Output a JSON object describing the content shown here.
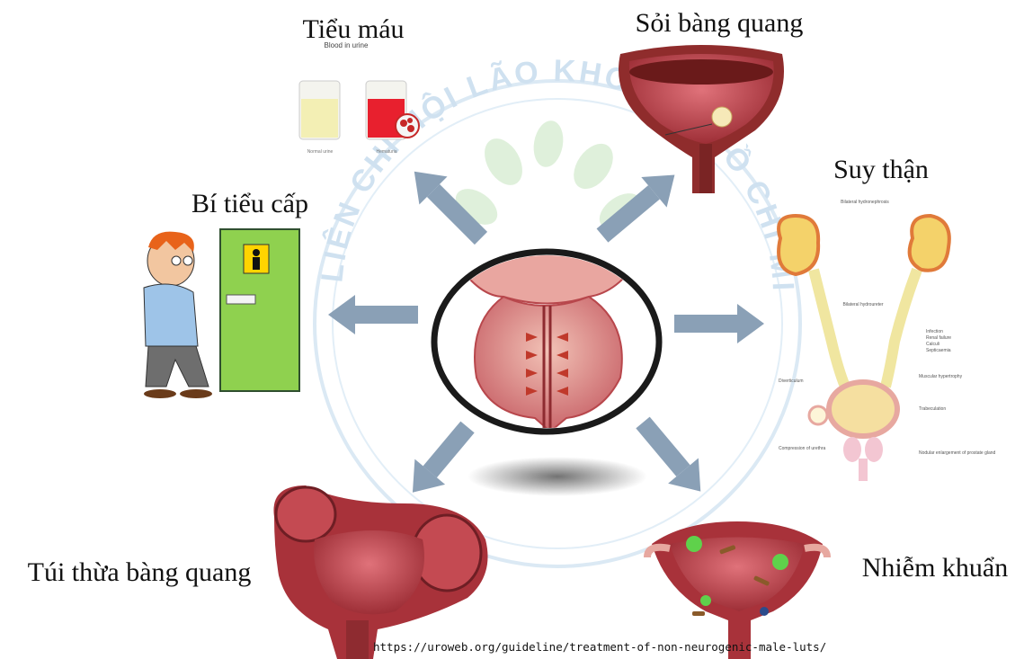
{
  "labels": {
    "hematuria": "Tiểu máu",
    "bladder_stone": "Sỏi bàng quang",
    "kidney_failure": "Suy thận",
    "urinary_retention": "Bí tiểu cấp",
    "diverticulum": "Túi thừa bàng quang",
    "infection": "Nhiễm khuẩn"
  },
  "hematuria_image": {
    "caption": "Blood in urine",
    "left_label": "Normal urine",
    "right_label": "Hematuria"
  },
  "watermark": {
    "text": "LIÊN CHI HỘI LÃO KHOA TP HỒ CHÍ MINH"
  },
  "kidney_diagram": {
    "top_label": "Bilateral hydronephrosis",
    "mid_label": "Bilateral hydroureter",
    "bullets": [
      "Infection",
      "Renal failure",
      "Calculi",
      "Septicaemia"
    ],
    "muscular_label": "Muscular hypertrophy",
    "divert_label": "Diverticulum",
    "trabec_label": "Trabeculation",
    "compression_label": "Compression of urethra",
    "nodular_label": "Nodular enlargement of prostate gland"
  },
  "source_url": "https://uroweb.org/guideline/treatment-of-non-neurogenic-male-luts/",
  "colors": {
    "arrow": "#8aa0b6",
    "watermark": "#cfe1f0",
    "tissue": "#b8474c",
    "tissue_light": "#e7a8a0",
    "green_door": "#8fd14f"
  }
}
